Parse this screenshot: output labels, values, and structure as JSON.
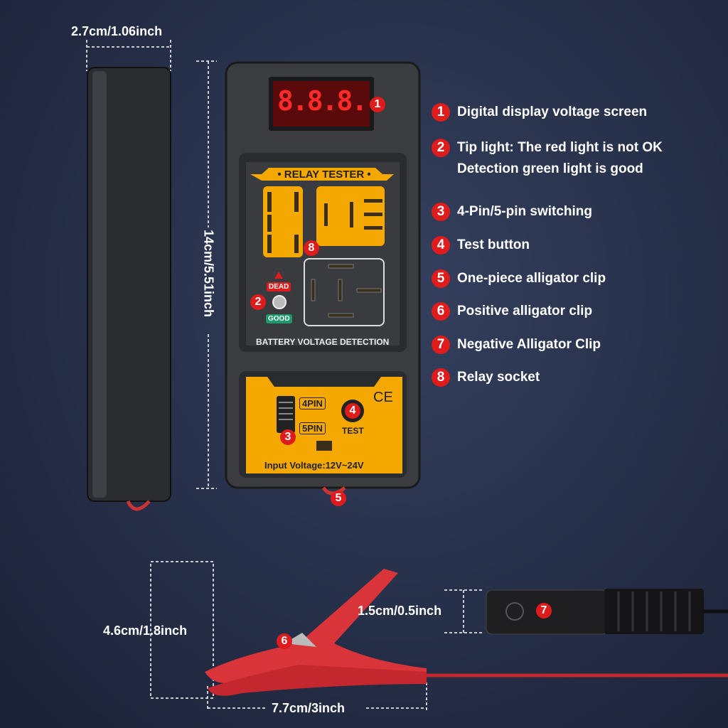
{
  "dimensions": {
    "width": "2.7cm/1.06inch",
    "height": "14cm/5.51inch",
    "clip_height": "4.6cm/1.8inch",
    "clip_length": "7.7cm/3inch",
    "neg_clip_height": "1.5cm/0.5inch"
  },
  "device": {
    "display": "8.8.8.",
    "title": "• RELAY TESTER •",
    "dead": "DEAD",
    "good": "GOOD",
    "battery_label": "BATTERY VOLTAGE DETECTION",
    "pin4": "4PIN",
    "pin5": "5PIN",
    "test": "TEST",
    "ce": "CE",
    "input_voltage": "Input Voltage:12V~24V"
  },
  "features": [
    {
      "num": "1",
      "text": "Digital display voltage screen"
    },
    {
      "num": "2",
      "text": "Tip light: The red light is not OK\nDetection green light is good"
    },
    {
      "num": "3",
      "text": "4-Pin/5-pin switching"
    },
    {
      "num": "4",
      "text": "Test button"
    },
    {
      "num": "5",
      "text": "One-piece alligator clip"
    },
    {
      "num": "6",
      "text": "Positive alligator clip"
    },
    {
      "num": "7",
      "text": "Negative Alligator Clip"
    },
    {
      "num": "8",
      "text": "Relay socket"
    }
  ],
  "colors": {
    "accent": "#f5a800",
    "badge": "#e01b1b",
    "good": "#1d9a6c"
  }
}
